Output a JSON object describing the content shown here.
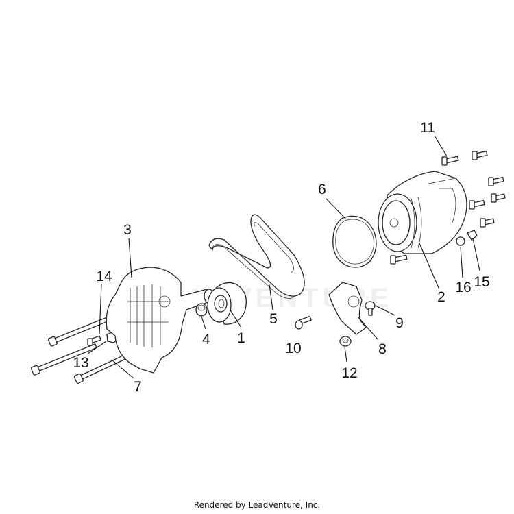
{
  "diagram": {
    "watermark": "LEADVENTURE",
    "callouts": [
      {
        "id": "1",
        "label": "1"
      },
      {
        "id": "2",
        "label": "2"
      },
      {
        "id": "3",
        "label": "3"
      },
      {
        "id": "4",
        "label": "4"
      },
      {
        "id": "5",
        "label": "5"
      },
      {
        "id": "6",
        "label": "6"
      },
      {
        "id": "7",
        "label": "7"
      },
      {
        "id": "8",
        "label": "8"
      },
      {
        "id": "9",
        "label": "9"
      },
      {
        "id": "10",
        "label": "10"
      },
      {
        "id": "11",
        "label": "11"
      },
      {
        "id": "12",
        "label": "12"
      },
      {
        "id": "13",
        "label": "13"
      },
      {
        "id": "14",
        "label": "14"
      },
      {
        "id": "15",
        "label": "15"
      },
      {
        "id": "16",
        "label": "16"
      }
    ]
  },
  "footer": {
    "text": "Rendered by LeadVenture, Inc."
  }
}
